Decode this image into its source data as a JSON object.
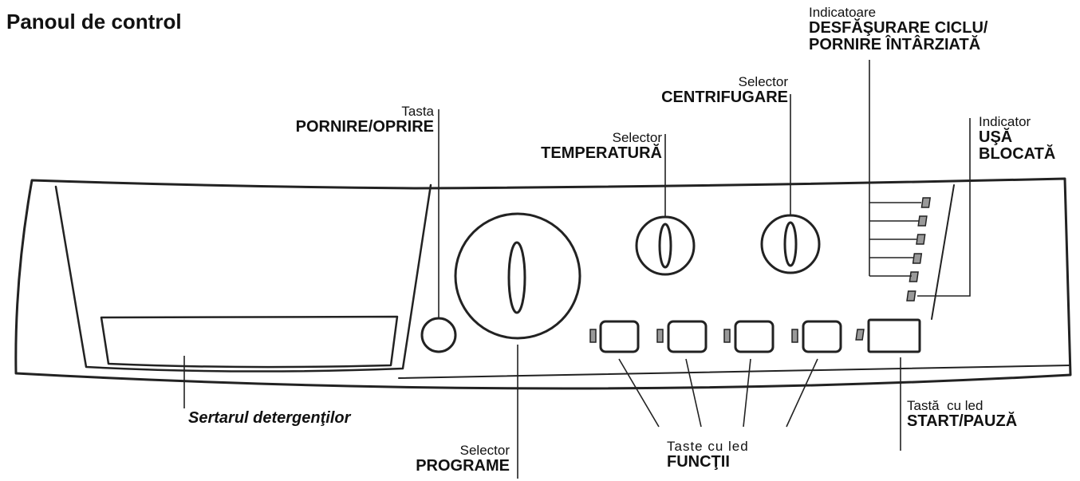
{
  "title": "Panoul de control",
  "labels": {
    "power_key": {
      "line1": "Tasta",
      "line2": "PORNIRE/OPRIRE"
    },
    "temp_selector": {
      "line1": "Selector",
      "line2": "TEMPERATURĂ"
    },
    "spin_selector": {
      "line1": "Selector",
      "line2": "CENTRIFUGARE"
    },
    "cycle_indicators": {
      "line1": "Indicatoare",
      "line2": "DESFĂŞURARE CICLU/",
      "line3": "PORNIRE ÎNTÂRZIATĂ"
    },
    "door_indicator": {
      "line1": "Indicator",
      "line2": "UŞĂ",
      "line3": "BLOCATĂ"
    },
    "detergent_drawer": "Sertarul detergenţilor",
    "program_selector": {
      "line1": "Selector",
      "line2": "PROGRAME"
    },
    "function_keys": {
      "line1": "Taste cu led",
      "line2": "FUNCŢII"
    },
    "start_key": {
      "line1": "Tastă  cu led",
      "line2": "START/PAUZĂ"
    }
  }
}
